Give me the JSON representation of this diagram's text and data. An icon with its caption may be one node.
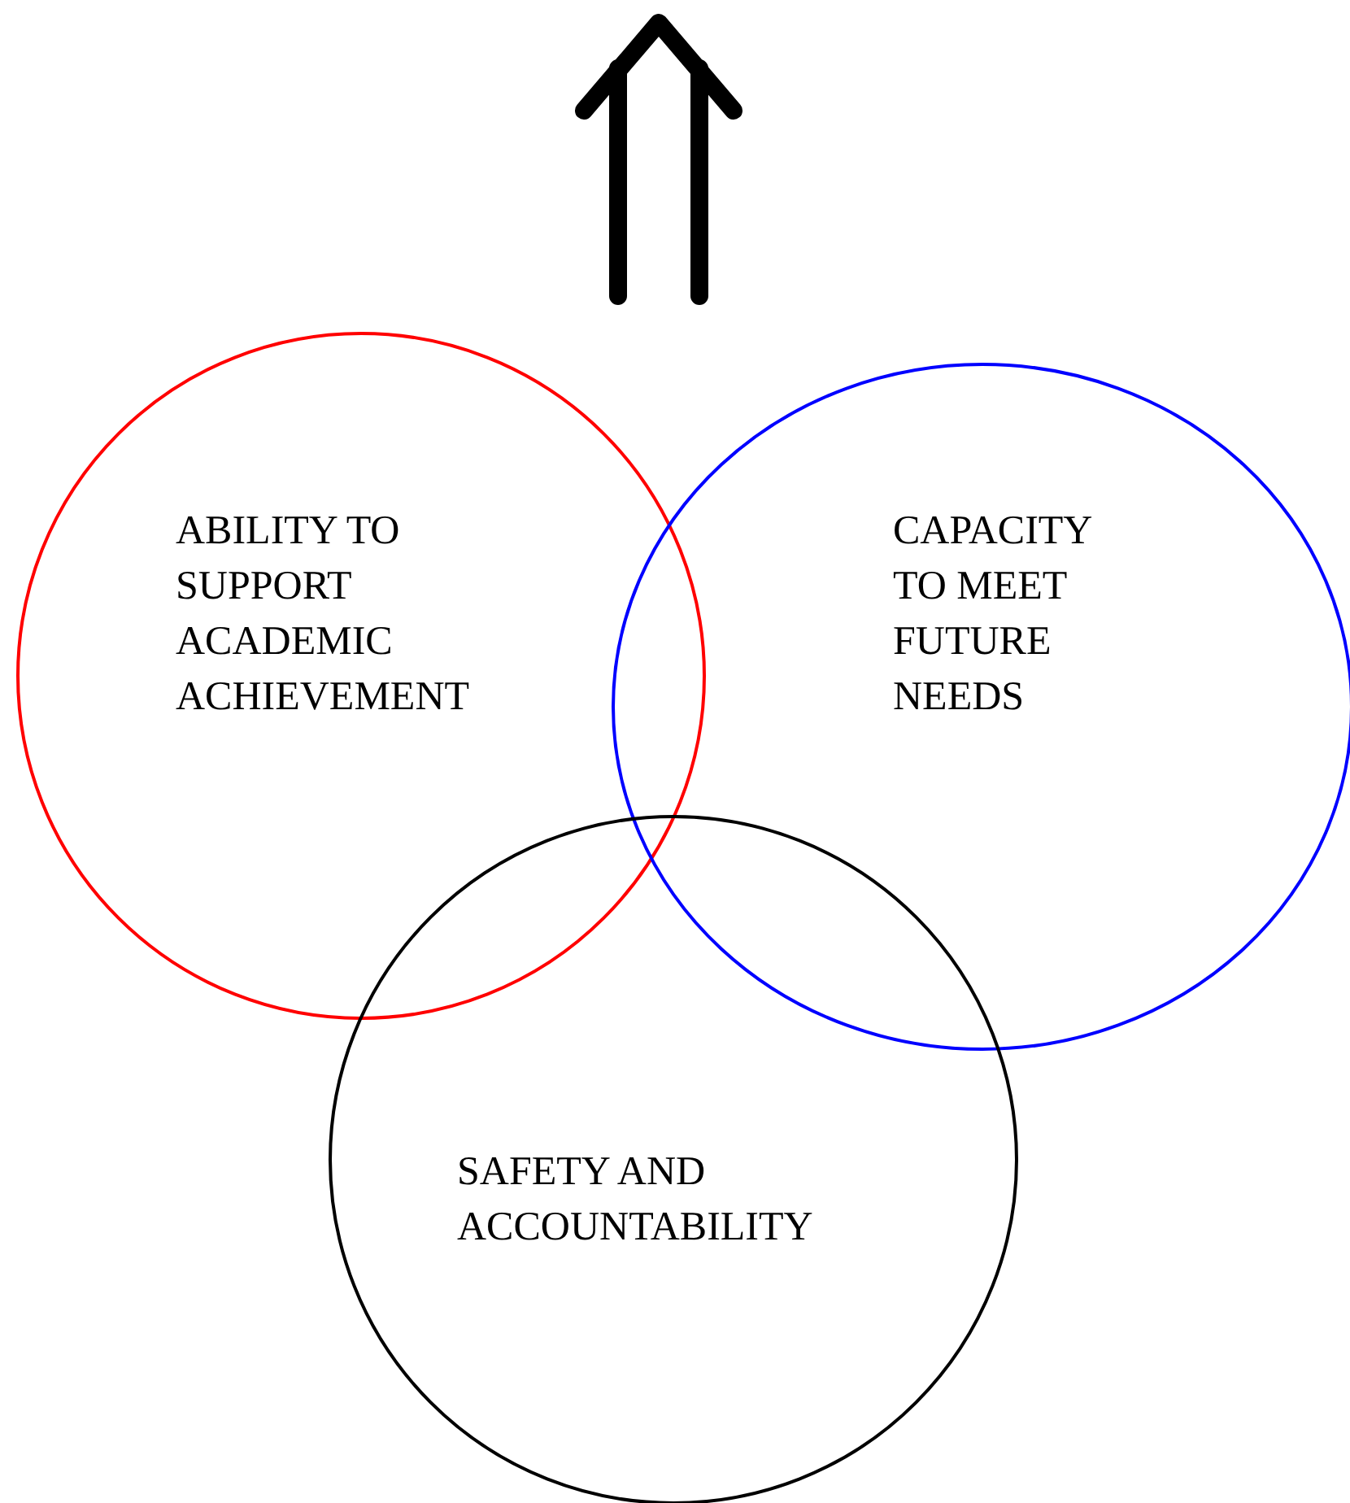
{
  "diagram": {
    "nodes": [
      {
        "text": [
          "ABILITY TO SUPPORT ACADEMIC ACHIEVEMENT"
        ]
      },
      {
        "text": [
          "CAPACITY TO MEET FUTURE NEEDS"
        ]
      },
      {
        "text": [
          "SAFETY AND ACCOUNTABILITY"
        ]
      }
    ]
  }
}
